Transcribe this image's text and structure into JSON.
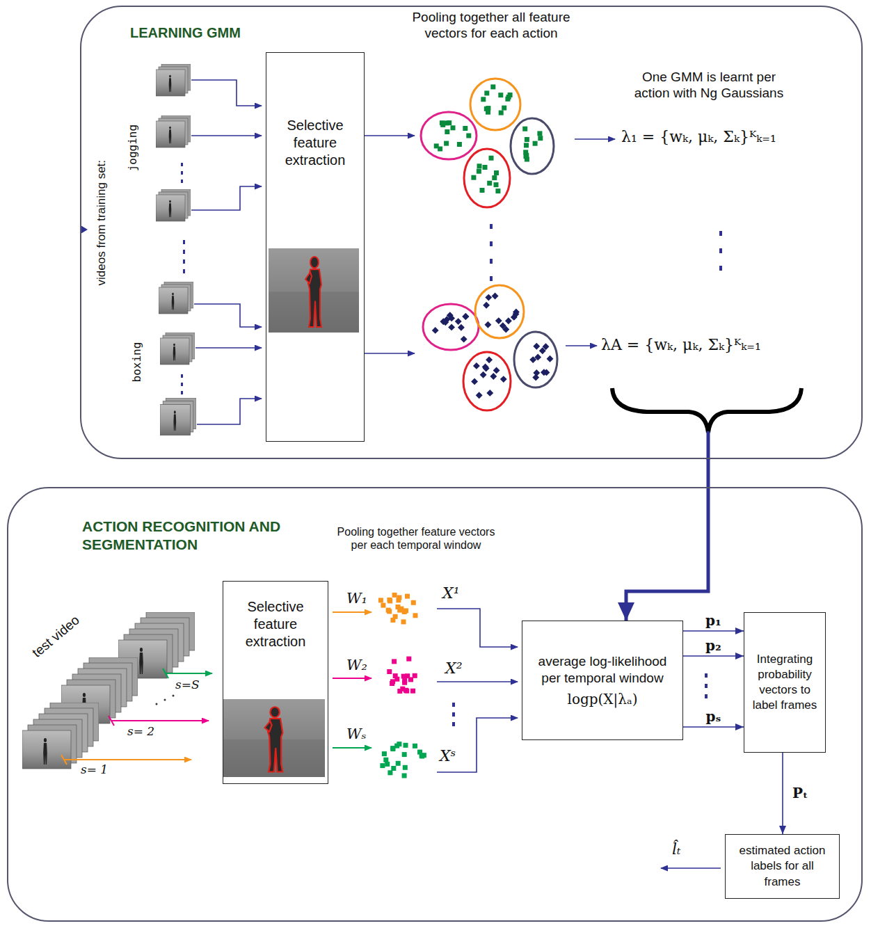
{
  "diagram": {
    "nodes": [
      {
        "text": [
          "LEARNING GMM"
        ]
      },
      {
        "text": [
          "Selective feature extraction"
        ],
        "in": 0
      },
      {
        "text": [
          "ACTION RECOGNITION AND SEGMENTATION"
        ]
      },
      {
        "text": [
          "Selective feature extraction"
        ],
        "in": 2
      },
      {
        "text": [
          "average log-likelihood per temporal window",
          "logp(X|λₐ)"
        ],
        "in": 2
      },
      {
        "text": [
          "Integrating probability vectors to label frames"
        ],
        "in": 2
      },
      {
        "text": [
          "estimated action labels for all frames"
        ],
        "in": 2
      }
    ],
    "edges": [
      {
        "from": 0,
        "to": 4,
        "arrow": "to"
      },
      {
        "from": 4,
        "to": 5,
        "label": "p₁",
        "arrow": "to"
      },
      {
        "from": 4,
        "to": 5,
        "label": "p₂",
        "arrow": "to"
      },
      {
        "from": 4,
        "to": 5,
        "label": "pₛ",
        "arrow": "to"
      },
      {
        "from": 5,
        "to": 6,
        "label": "Pₜ",
        "arrow": "to"
      }
    ],
    "labels": [
      "Pooling together all feature vectors for each action",
      "One GMM is learnt per action with Ng Gaussians",
      "λ₁ = {wₖ, μₖ, Σₖ}ᴷₖ₌₁",
      "λA = {wₖ, μₖ, Σₖ}ᴷₖ₌₁",
      "videos from training set:",
      "jogging",
      "boxing",
      "Pooling together feature vectors per each temporal window",
      "test video",
      "s=S",
      "s= 2",
      "s= 1",
      "W₁",
      "W₂",
      "Wₛ",
      "X¹",
      "X²",
      "Xˢ",
      "l̂ₜ"
    ]
  }
}
